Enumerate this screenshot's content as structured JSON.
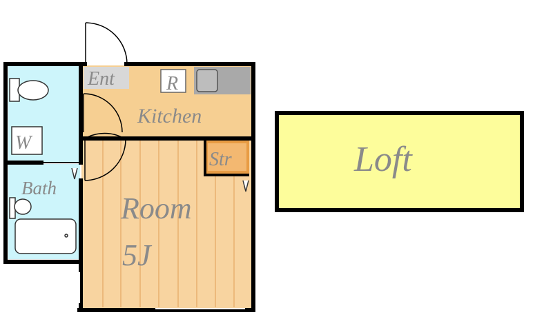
{
  "labels": {
    "entrance": "Ent",
    "fridge": "R",
    "kitchen": "Kitchen",
    "washer": "W",
    "bath": "Bath",
    "storage": "Str",
    "room_name": "Room",
    "room_size": "5J",
    "loft": "Loft"
  },
  "colors": {
    "wall": "#000000",
    "kitchen_floor": "#f6cf92",
    "room_floor": "#f8d4a0",
    "room_stripe": "#e7b06f",
    "wet_area": "#cdf5fb",
    "storage": "#e89c44",
    "loft": "#fdfd9b",
    "counter": "#a9a9a9",
    "entrance": "#d8d8d8",
    "label": "#8a8a8a"
  }
}
